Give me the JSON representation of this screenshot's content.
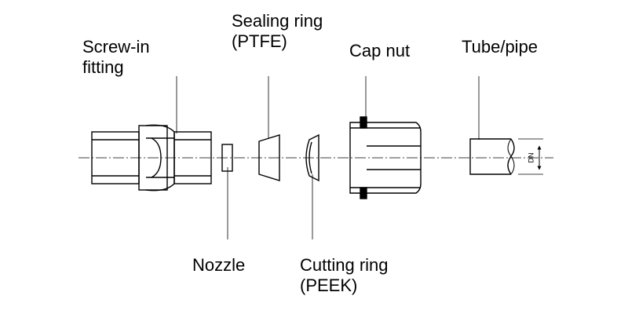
{
  "labels": {
    "screw_in_fitting": [
      "Screw-in",
      "fitting"
    ],
    "sealing_ring": [
      "Sealing ring",
      "(PTFE)"
    ],
    "cap_nut": "Cap nut",
    "tube_pipe": "Tube/pipe",
    "nozzle": "Nozzle",
    "cutting_ring": [
      "Cutting ring",
      "(PEEK)"
    ],
    "dimension": "DN"
  },
  "colors": {
    "line": "#000000",
    "background": "#ffffff"
  }
}
